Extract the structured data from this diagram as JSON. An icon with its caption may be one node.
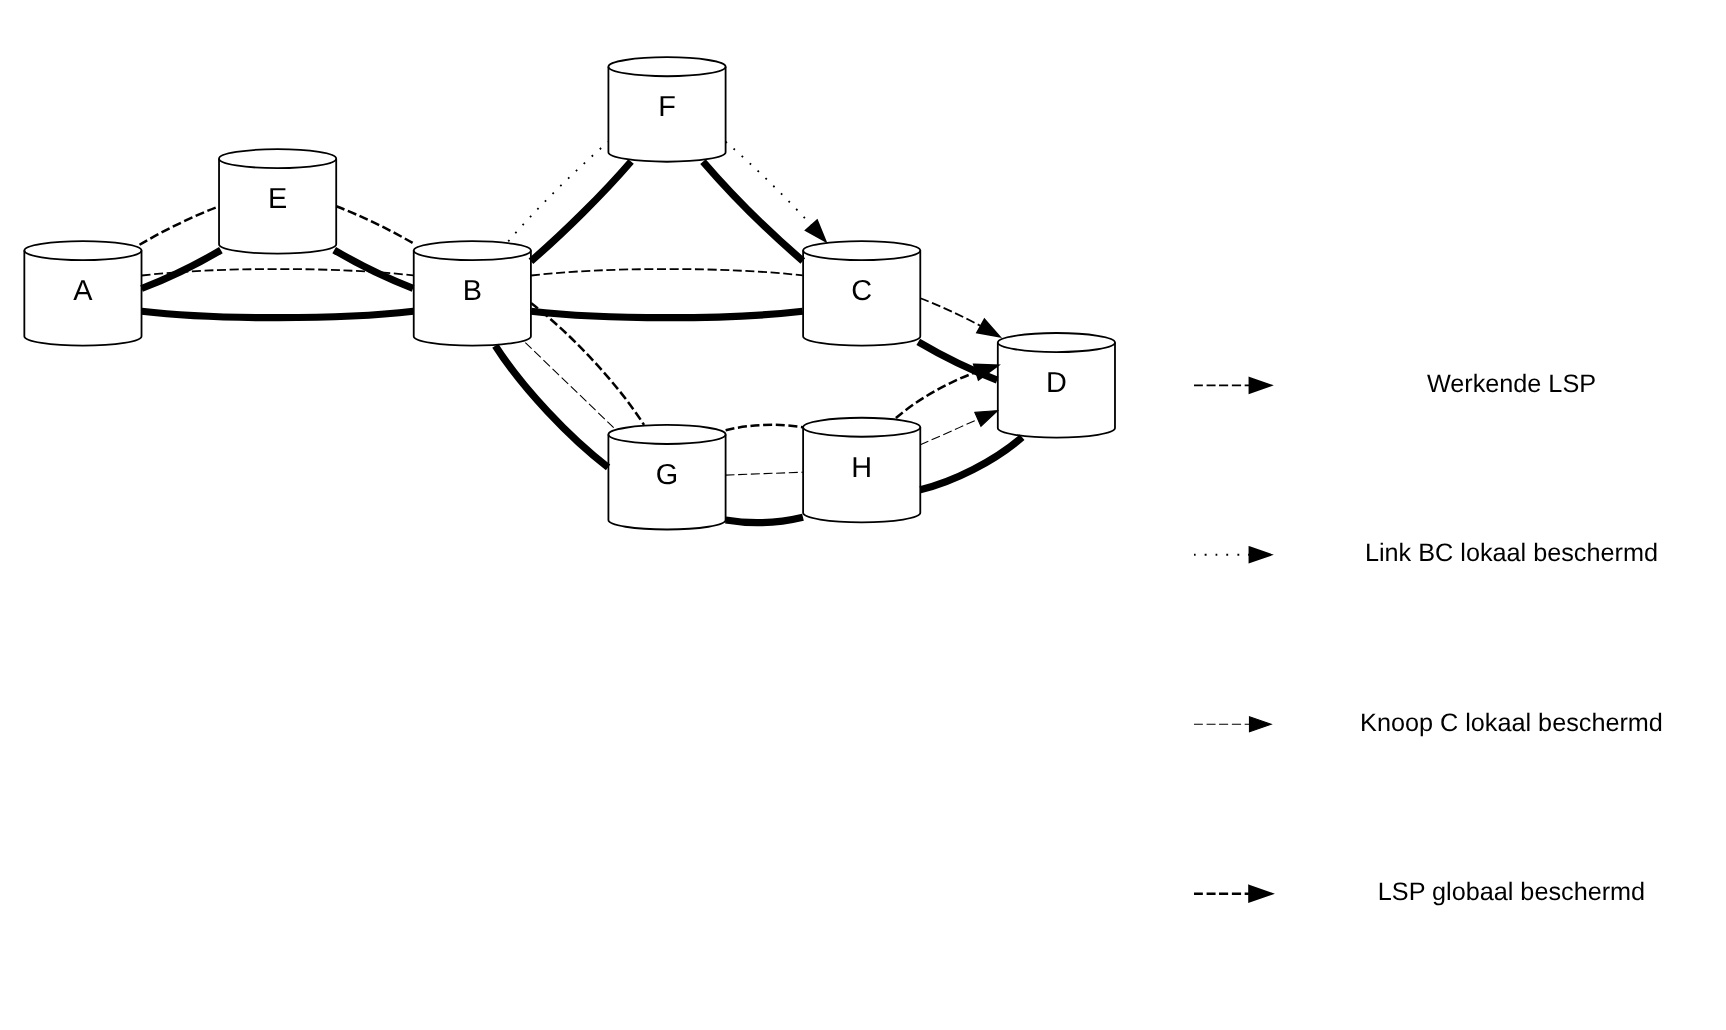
{
  "diagram": {
    "nodes": [
      {
        "text": [
          "A"
        ]
      },
      {
        "text": [
          "E"
        ]
      },
      {
        "text": [
          "B"
        ]
      },
      {
        "text": [
          "F"
        ]
      },
      {
        "text": [
          "C"
        ]
      },
      {
        "text": [
          "D"
        ]
      },
      {
        "text": [
          "G"
        ]
      },
      {
        "text": [
          "H"
        ]
      }
    ],
    "edges": [
      {
        "from": 0,
        "to": 1,
        "arrow": "none",
        "style": "thick"
      },
      {
        "from": 1,
        "to": 2,
        "arrow": "none",
        "style": "thick"
      },
      {
        "from": 0,
        "to": 2,
        "arrow": "none",
        "style": "thick"
      },
      {
        "from": 2,
        "to": 3,
        "arrow": "none",
        "style": "thick"
      },
      {
        "from": 3,
        "to": 4,
        "arrow": "none",
        "style": "thick"
      },
      {
        "from": 2,
        "to": 4,
        "arrow": "none",
        "style": "thick"
      },
      {
        "from": 4,
        "to": 5,
        "arrow": "none",
        "style": "thick"
      },
      {
        "from": 2,
        "to": 6,
        "arrow": "none",
        "style": "thick"
      },
      {
        "from": 6,
        "to": 7,
        "arrow": "none",
        "style": "thick"
      },
      {
        "from": 7,
        "to": 5,
        "arrow": "none",
        "style": "thick"
      },
      {
        "from": 0,
        "to": 2,
        "arrow": "none",
        "style": "dashed"
      },
      {
        "from": 2,
        "to": 4,
        "arrow": "none",
        "style": "dashed"
      },
      {
        "from": 4,
        "to": 5,
        "arrow": "to",
        "style": "dashed"
      },
      {
        "from": 2,
        "to": 3,
        "arrow": "none",
        "style": "dashed"
      },
      {
        "from": 3,
        "to": 4,
        "arrow": "to",
        "style": "dashed"
      },
      {
        "from": 2,
        "to": 6,
        "arrow": "none",
        "style": "dashed"
      },
      {
        "from": 6,
        "to": 7,
        "arrow": "none",
        "style": "dashed"
      },
      {
        "from": 7,
        "to": 5,
        "arrow": "to",
        "style": "dashed"
      },
      {
        "from": 0,
        "to": 1,
        "arrow": "none",
        "style": "dashed"
      },
      {
        "from": 1,
        "to": 2,
        "arrow": "none",
        "style": "dashed"
      },
      {
        "from": 2,
        "to": 6,
        "arrow": "none",
        "style": "dashed"
      },
      {
        "from": 6,
        "to": 7,
        "arrow": "none",
        "style": "dashed"
      },
      {
        "from": 7,
        "to": 5,
        "arrow": "to",
        "style": "dashed"
      }
    ],
    "legend": [
      {
        "text": "Werkende LSP"
      },
      {
        "text": "Link BC lokaal beschermd"
      },
      {
        "text": "Knoop C lokaal beschermd"
      },
      {
        "text": "LSP globaal beschermd"
      }
    ]
  }
}
